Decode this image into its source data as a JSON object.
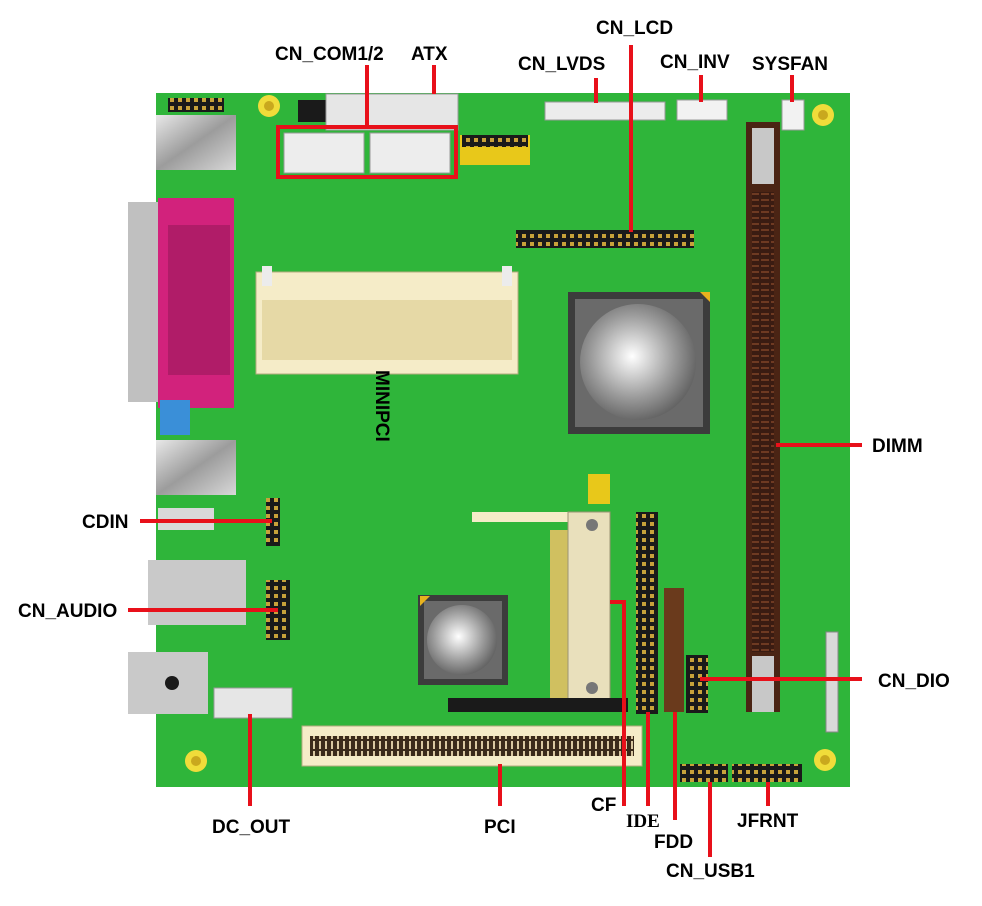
{
  "labels": {
    "cn_com12": "CN_COM1/2",
    "atx": "ATX",
    "cn_lcd": "CN_LCD",
    "cn_lvds": "CN_LVDS",
    "cn_inv": "CN_INV",
    "sysfan": "SYSFAN",
    "minipci": "MINIPCI",
    "dimm": "DIMM",
    "cdin": "CDIN",
    "cn_audio": "CN_AUDIO",
    "cn_dio": "CN_DIO",
    "dc_out": "DC_OUT",
    "pci": "PCI",
    "cf": "CF",
    "ide": "IDE",
    "fdd": "FDD",
    "jfrnt": "JFRNT",
    "cn_usb1": "CN_USB1"
  },
  "colors": {
    "board": "#2fb53a",
    "leader": "#e8101a",
    "mounting_hole": "#f0dc3a"
  }
}
